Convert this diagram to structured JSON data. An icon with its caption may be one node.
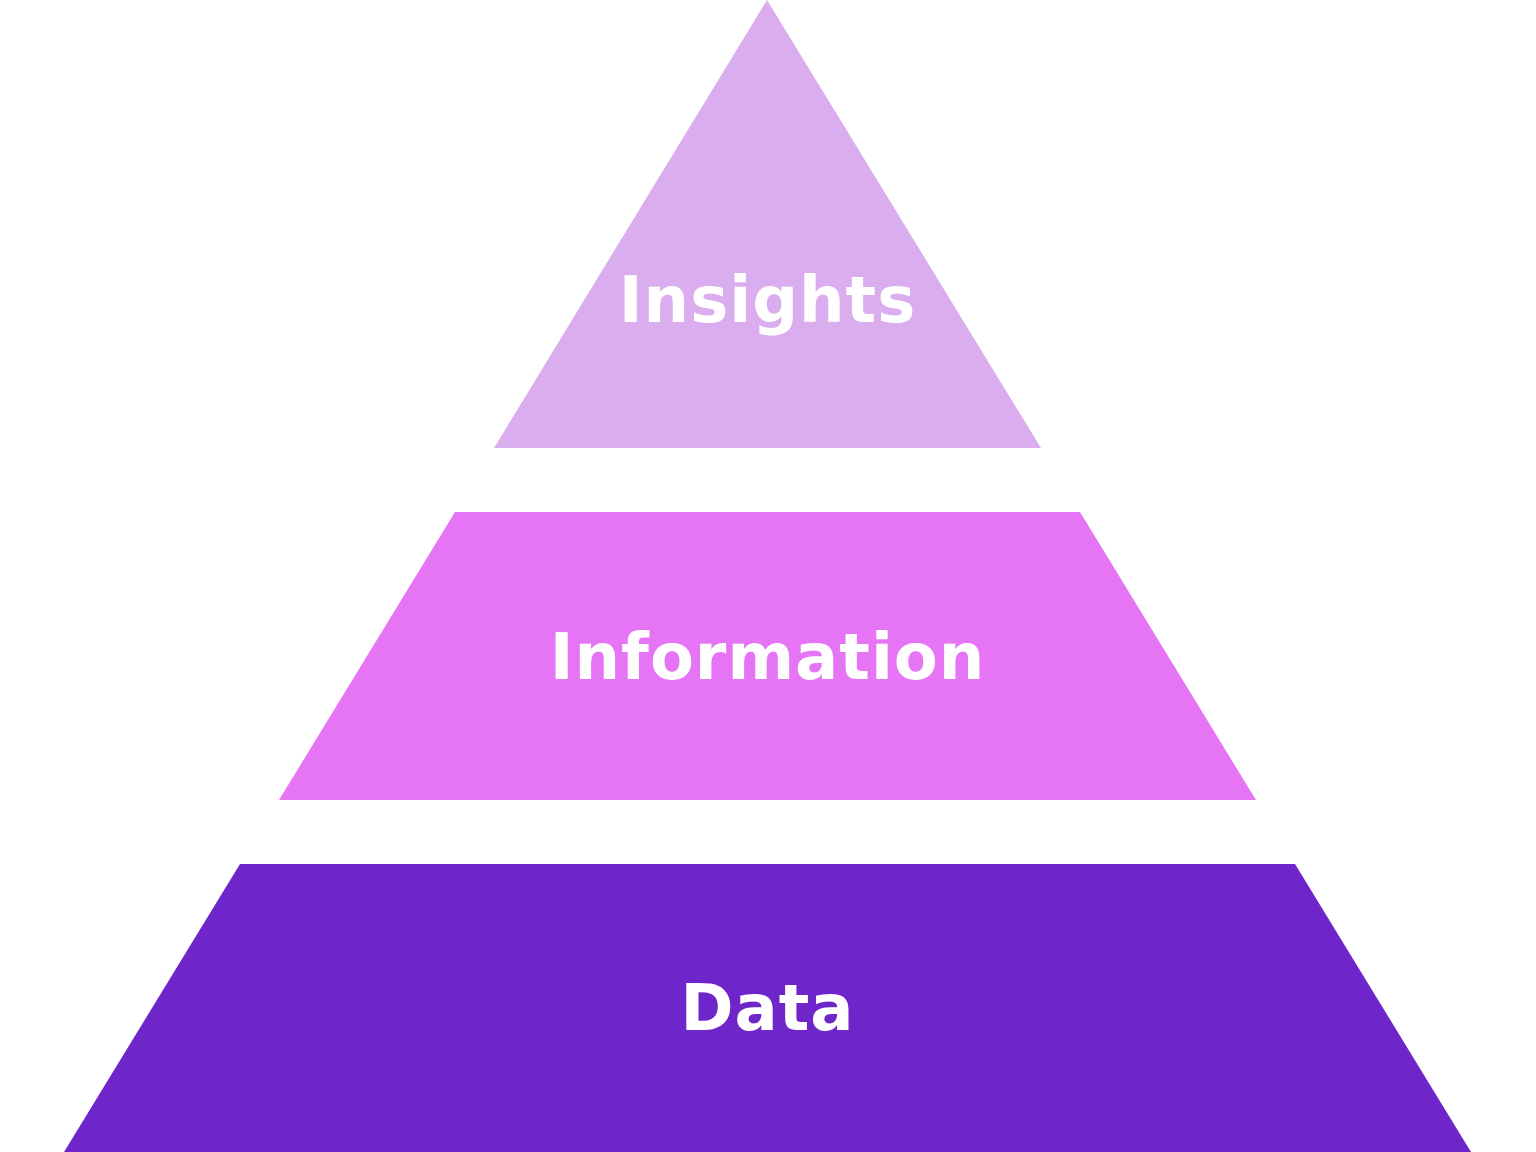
{
  "diagram": {
    "nodes": [
      {
        "text": [
          "Insights"
        ]
      },
      {
        "text": [
          "Information"
        ]
      },
      {
        "text": [
          "Data"
        ]
      }
    ]
  }
}
